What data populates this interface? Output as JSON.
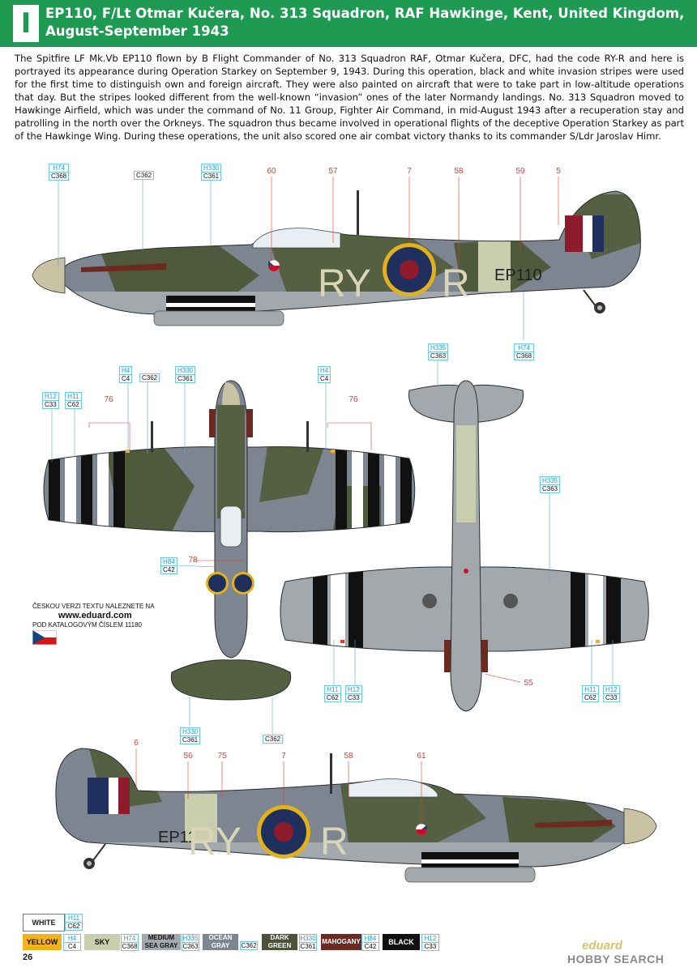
{
  "header": {
    "badge": "I",
    "title": "EP110, F/Lt Otmar Kučera, No. 313 Squadron, RAF Hawkinge, Kent, United Kingdom,\nAugust-September 1943"
  },
  "description": "The Spitfire LF Mk.Vb EP110 flown by B Flight Commander of No. 313 Squadron RAF, Otmar Kučera, DFC, had the code RY-R and here is portrayed its appearance during Operation Starkey on September 9, 1943. During this operation, black and white invasion stripes were used for the first time to distinguish own and foreign aircraft. They were also painted on aircraft that were to take part in low-altitude operations that day. But the stripes looked different from the well-known “invasion” ones of the later Normandy landings. No. 313 Squadron moved to Hawkinge Airfield, which was under the command of No. 11 Group, Fighter Air Command, in mid-August 1943 after a recuperation stay and patrolling in the north over the Orkneys. The squadron thus became involved in operational flights of the deceptive Operation Starkey as part of the Hawkinge Wing. During these operations, the unit also scored one air combat victory thanks to its commander S/Ldr Jaroslav Himr.",
  "markings": {
    "code_left": "RY",
    "code_right": "R",
    "serial": "EP110",
    "serial_partial": "EP11"
  },
  "callouts": [
    {
      "h": "H74",
      "c": "C368"
    },
    {
      "h": "",
      "c": "C362"
    },
    {
      "h": "H330",
      "c": "C361"
    },
    {
      "h": "H335",
      "c": "C363"
    },
    {
      "h": "H74",
      "c": "C368"
    },
    {
      "h": "H12",
      "c": "C33"
    },
    {
      "h": "H11",
      "c": "C62"
    },
    {
      "h": "H4",
      "c": "C4"
    },
    {
      "h": "",
      "c": "C362"
    },
    {
      "h": "H330",
      "c": "C361"
    },
    {
      "h": "H4",
      "c": "C4"
    },
    {
      "h": "H335",
      "c": "C363"
    },
    {
      "h": "H84",
      "c": "C42"
    },
    {
      "h": "H11",
      "c": "C62"
    },
    {
      "h": "H12",
      "c": "C33"
    },
    {
      "h": "H11",
      "c": "C62"
    },
    {
      "h": "H12",
      "c": "C33"
    },
    {
      "h": "H330",
      "c": "C361"
    },
    {
      "h": "",
      "c": "C362"
    }
  ],
  "numbers": [
    "60",
    "57",
    "7",
    "58",
    "59",
    "5",
    "76",
    "76",
    "78",
    "55",
    "6",
    "56",
    "75",
    "7",
    "58",
    "61"
  ],
  "czech_note": {
    "line1": "ČESKOU VERZI TEXTU NALEZNETE NA",
    "url": "www.eduard.com",
    "line2": "POD KATALOGOVÝM ČÍSLEM 11180"
  },
  "legend": [
    {
      "name": "WHITE",
      "h": "H11",
      "c": "C62",
      "color": "#ffffff",
      "text": "#111111"
    },
    {
      "name": "YELLOW",
      "h": "H4",
      "c": "C4",
      "color": "#f2b21c",
      "text": "#111111"
    },
    {
      "name": "SKY",
      "h": "H74",
      "c": "C368",
      "color": "#c9cfae",
      "text": "#111111"
    },
    {
      "name": "MEDIUM SEA GRAY",
      "h": "H335",
      "c": "C363",
      "color": "#a3a8ac",
      "text": "#111111"
    },
    {
      "name": "OCEAN GRAY",
      "h": "",
      "c": "C362",
      "color": "#7d8690",
      "text": "#ffffff"
    },
    {
      "name": "DARK GREEN",
      "h": "H330",
      "c": "C361",
      "color": "#4b5238",
      "text": "#ffffff"
    },
    {
      "name": "MAHOGANY",
      "h": "H84",
      "c": "C42",
      "color": "#6b2b22",
      "text": "#ffffff"
    },
    {
      "name": "BLACK",
      "h": "H12",
      "c": "C33",
      "color": "#111111",
      "text": "#ffffff"
    }
  ],
  "page_number": "26",
  "brand": {
    "line1": "eduard",
    "line2": "HOBBY SEARCH"
  }
}
